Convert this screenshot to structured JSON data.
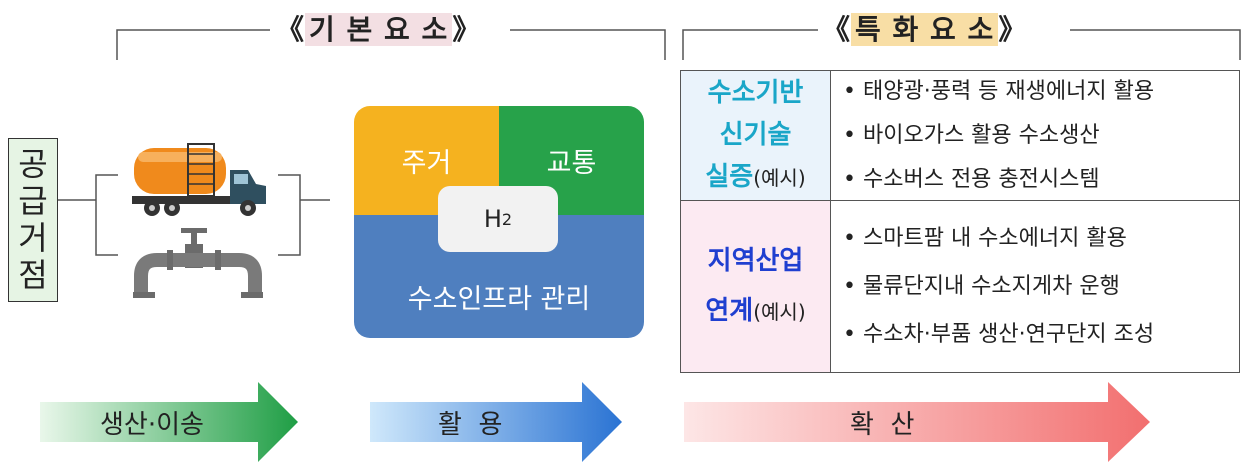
{
  "headers": {
    "basic_prefix": "《",
    "basic_title": "기 본 요 소",
    "basic_suffix": "》",
    "special_prefix": "《",
    "special_title": "특 화 요 소",
    "special_suffix": "》"
  },
  "supply": {
    "chars": [
      "공",
      "급",
      "거",
      "점"
    ]
  },
  "hub": {
    "top_left": "주거",
    "top_right": "교통",
    "center": "H",
    "center_sub": "2",
    "bottom": "수소인프라 관리",
    "colors": {
      "top_left": "#f5b21f",
      "top_right": "#27a24a",
      "bottom": "#4f7fbf"
    }
  },
  "special": {
    "row1": {
      "head_lines": [
        "수소기반",
        "신기술"
      ],
      "head_last": "실증",
      "head_note": "(예시)",
      "head_color": "#1aa6c8",
      "items": [
        "태양광·풍력 등 재생에너지 활용",
        "바이오가스 활용 수소생산",
        "수소버스 전용 충전시스템"
      ]
    },
    "row2": {
      "head_line1": "지역산업",
      "head_last": "연계",
      "head_note": "(예시)",
      "head_color": "#1f3fd0",
      "items": [
        "스마트팜 내 수소에너지 활용",
        "물류단지내 수소지게차 운행",
        "수소차·부품 생산·연구단지 조성"
      ]
    }
  },
  "arrows": [
    {
      "label": "생산·이송",
      "color": "#22a84a"
    },
    {
      "label": "활  용",
      "color": "#2e7fd9"
    },
    {
      "label": "확  산",
      "color": "#f07a7a"
    }
  ],
  "icons": [
    "tanker-truck-icon",
    "pipeline-valve-icon"
  ]
}
